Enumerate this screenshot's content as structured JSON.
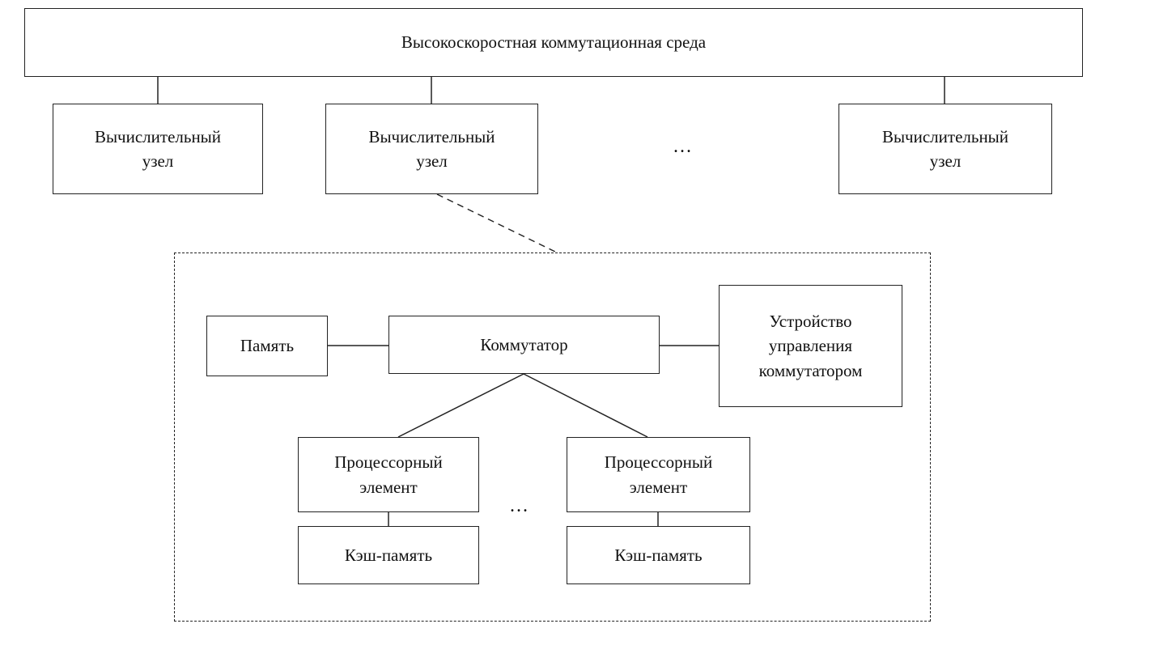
{
  "diagram": {
    "bus_label": "Высокоскоростная коммутационная среда",
    "nodes": [
      {
        "label": "Вычислительный узел"
      },
      {
        "label": "Вычислительный узел"
      },
      {
        "label": "Вычислительный узел"
      }
    ],
    "nodes_ellipsis": "...",
    "node_detail": {
      "memory_label": "Память",
      "switch_label": "Коммутатор",
      "controller_label": "Устройство управления коммутатором",
      "processors": [
        {
          "label": "Процессорный элемент",
          "cache_label": "Кэш-память"
        },
        {
          "label": "Процессорный элемент",
          "cache_label": "Кэш-память"
        }
      ],
      "processors_ellipsis": "..."
    },
    "colors": {
      "line": "#222222",
      "background": "#ffffff",
      "text": "#111111"
    }
  }
}
